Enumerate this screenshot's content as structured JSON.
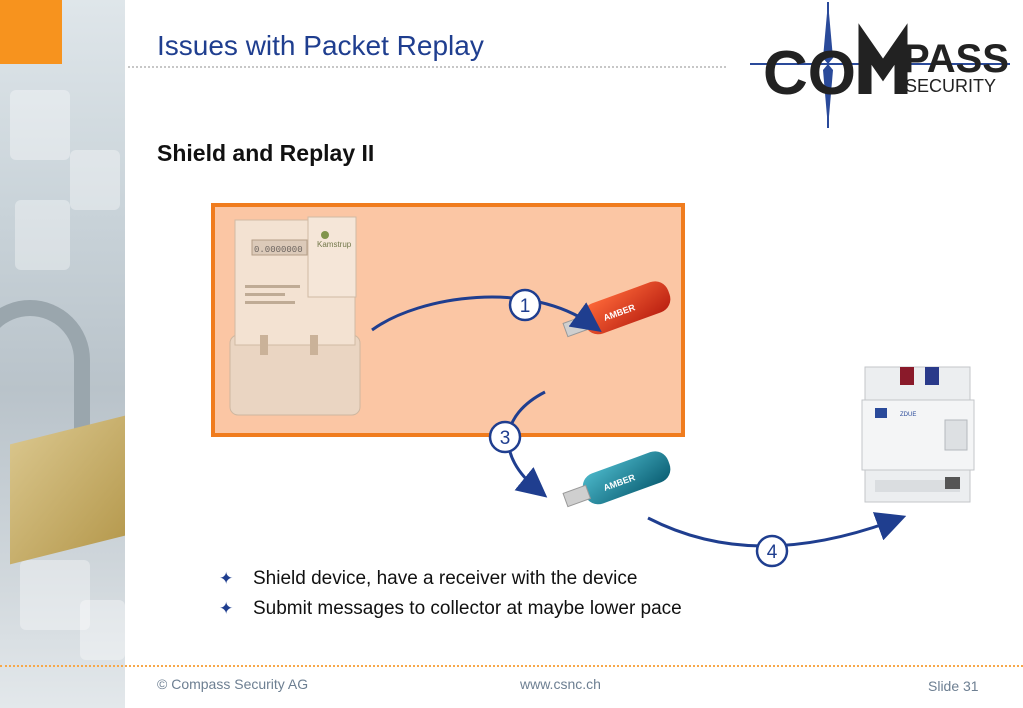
{
  "slide": {
    "title": "Issues with Packet Replay",
    "subtitle": "Shield and Replay II"
  },
  "logo": {
    "brand_big": "CO",
    "brand_small": "PASS",
    "tagline": "SECURITY"
  },
  "diagram": {
    "steps": [
      "1",
      "3",
      "4"
    ],
    "meter_brand": "Kamstrup",
    "meter_display": "0.0000000",
    "stick_label": "AMBER",
    "collector_label": "ZDUE"
  },
  "bullets": [
    "Shield device, have a receiver with the device",
    "Submit messages to collector at maybe lower pace"
  ],
  "footer": {
    "copyright": "© Compass Security AG",
    "website": "www.csnc.ch",
    "slide_number": "Slide 31"
  },
  "colors": {
    "title": "#1f3e8f",
    "accent_orange": "#f7931e",
    "shield_fill": "#fbc6a4",
    "arrow": "#1f3e8f"
  }
}
